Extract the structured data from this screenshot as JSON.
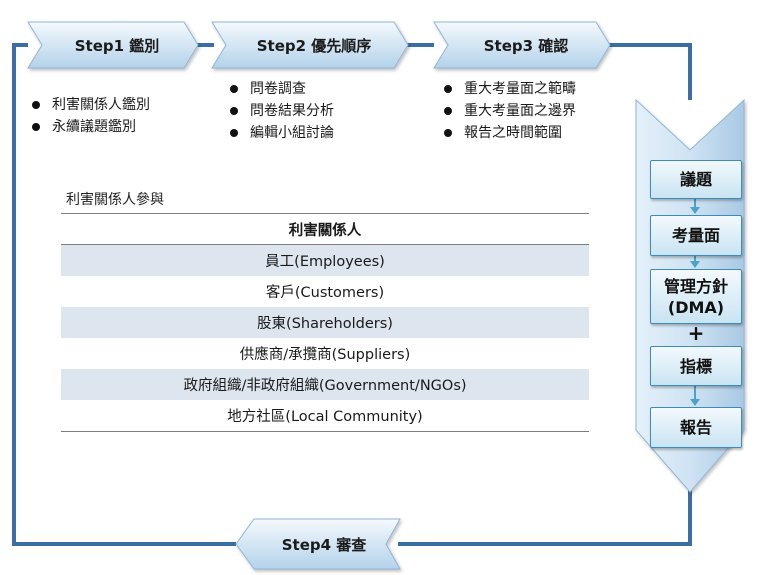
{
  "steps": {
    "step1": "Step1 鑑別",
    "step2": "Step2 優先順序",
    "step3": "Step3 確認",
    "step4": "Step4 審查"
  },
  "step1_bullets": [
    "利害關係人鑑別",
    "永續議題鑑別"
  ],
  "step2_bullets": [
    "問卷調查",
    "問卷結果分析",
    "編輯小組討論"
  ],
  "step3_bullets": [
    "重大考量面之範疇",
    "重大考量面之邊界",
    "報告之時間範圍"
  ],
  "stakeholder_section": {
    "title": "利害關係人參與",
    "header": "利害關係人",
    "rows": [
      "員工(Employees)",
      "客戶(Customers)",
      "股東(Shareholders)",
      "供應商/承攬商(Suppliers)",
      "政府組織/非政府組織(Government/NGOs)",
      "地方社區(Local Community)"
    ]
  },
  "flow": {
    "issues": "議題",
    "aspects": "考量面",
    "dma_line1": "管理方針",
    "dma_line2": "(DMA)",
    "plus": "+",
    "indicators": "指標",
    "report": "報告"
  },
  "colors": {
    "line": "#3a6ea5",
    "chevron_fill_top": "#eef6fc",
    "chevron_fill_bottom": "#b7d5ec",
    "chevron_border": "#8fb6d8",
    "table_shade": "#dde5ef",
    "box_border": "#3d8bb9",
    "connector": "#4ba3c7"
  }
}
